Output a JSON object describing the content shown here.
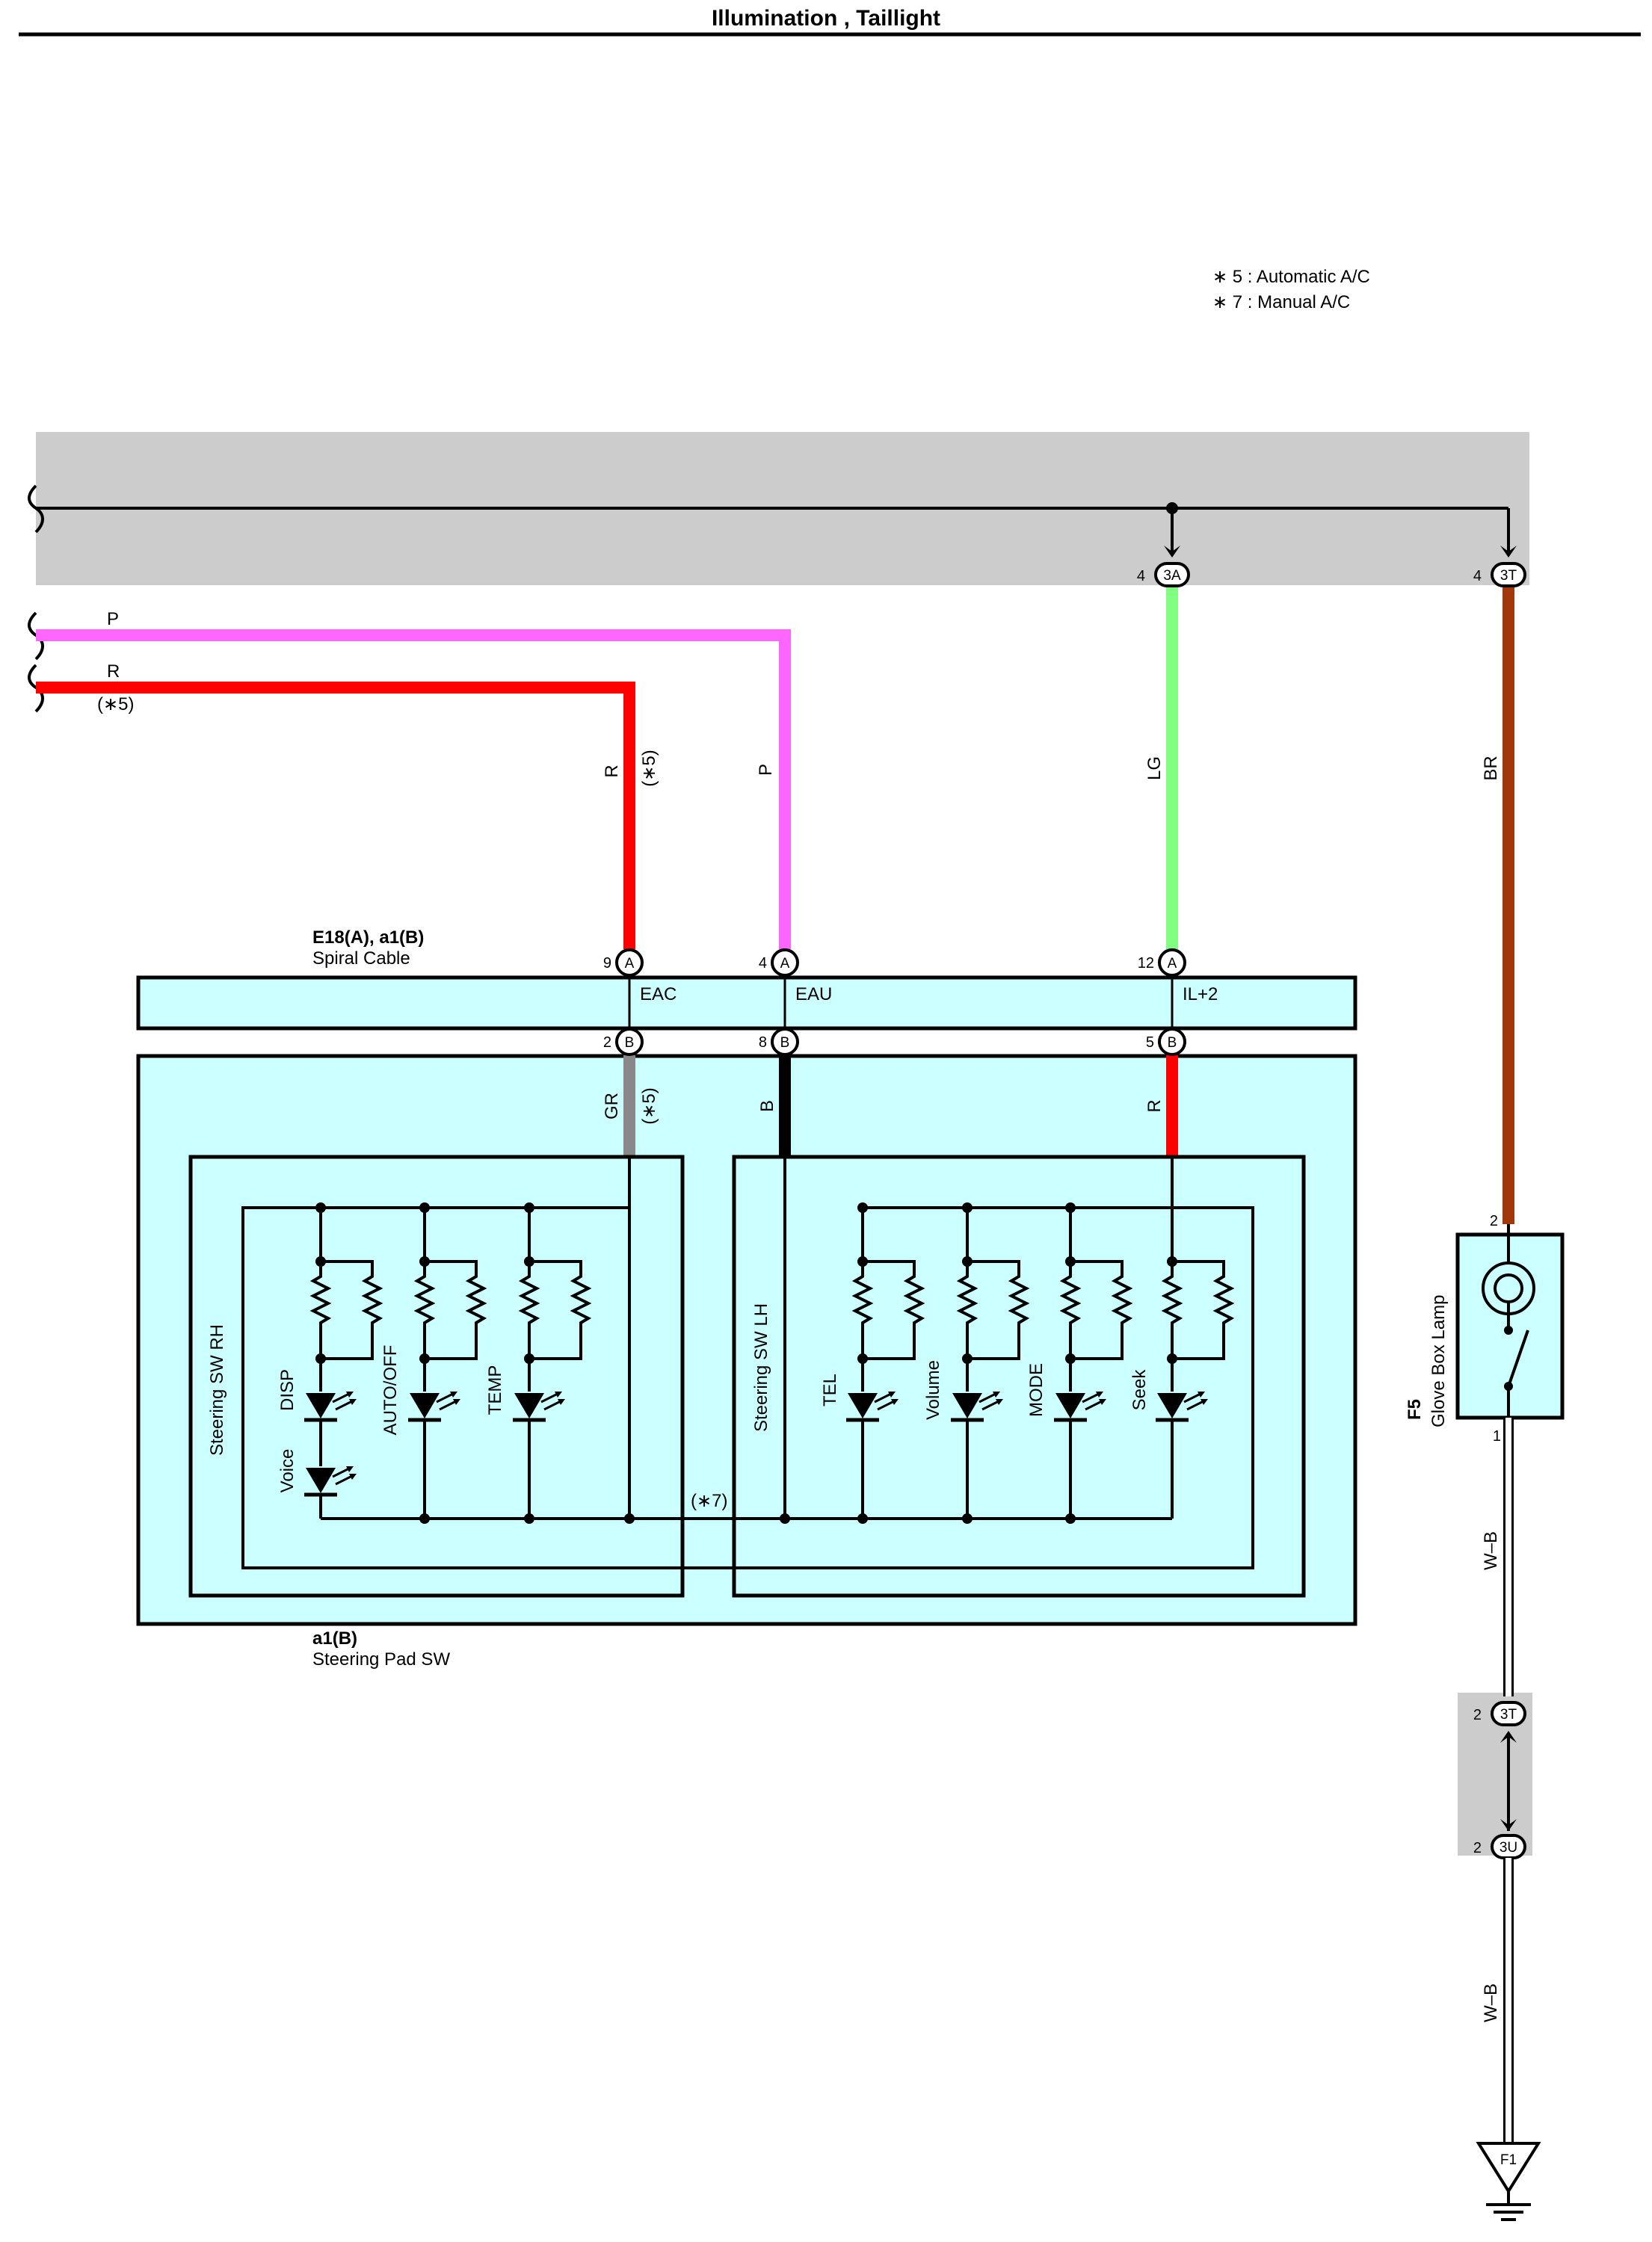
{
  "title": "Illumination , Taillight",
  "notes": [
    "∗ 5 : Automatic A/C",
    "∗ 7 : Manual A/C"
  ],
  "wire_colors": {
    "P": "#ff66ff",
    "R": "#ff0000",
    "LG": "#80ff80",
    "BR": "#a0380c",
    "GR": "#888888",
    "B": "#000000",
    "W-B": "#ffffff"
  },
  "background_colors": {
    "junction": "#cccccc",
    "component": "#ccffff"
  },
  "wires": {
    "p": "P",
    "r": "R",
    "r_note": "(∗5)",
    "r_vertical": "R",
    "r_vertical_note": "(∗5)",
    "p_vertical": "P",
    "lg": "LG",
    "br": "BR",
    "gr": "GR",
    "gr_note": "(∗5)",
    "b": "B",
    "r_lower": "R",
    "wb_upper": "W–B",
    "wb_lower": "W–B",
    "star7": "(∗7)"
  },
  "connectors": {
    "c3a": {
      "label": "3A",
      "pin": "4"
    },
    "c3t_top": {
      "label": "3T",
      "pin": "4"
    },
    "c3t_bottom": {
      "label": "3T",
      "pin": "2"
    },
    "c3u": {
      "label": "3U",
      "pin": "2"
    },
    "eac_a": {
      "label": "A",
      "pin": "9"
    },
    "eau_a": {
      "label": "A",
      "pin": "4"
    },
    "il_a": {
      "label": "A",
      "pin": "12"
    },
    "eac_b": {
      "label": "B",
      "pin": "2"
    },
    "eau_b": {
      "label": "B",
      "pin": "8"
    },
    "il_b": {
      "label": "B",
      "pin": "5"
    }
  },
  "spiral_cable": {
    "code": "E18(A), a1(B)",
    "name": "Spiral Cable",
    "terminals": [
      "EAC",
      "EAU",
      "IL+2"
    ]
  },
  "steering_pad": {
    "code": "a1(B)",
    "name": "Steering Pad SW",
    "rh": {
      "name": "Steering SW RH",
      "leds": [
        "DISP",
        "AUTO/OFF",
        "TEMP",
        "Voice"
      ]
    },
    "lh": {
      "name": "Steering SW LH",
      "leds": [
        "TEL",
        "Volume",
        "MODE",
        "Seek"
      ]
    }
  },
  "glove_box": {
    "code": "F5",
    "name": "Glove Box Lamp",
    "pin_top": "2",
    "pin_bottom": "1"
  },
  "ground": "F1"
}
